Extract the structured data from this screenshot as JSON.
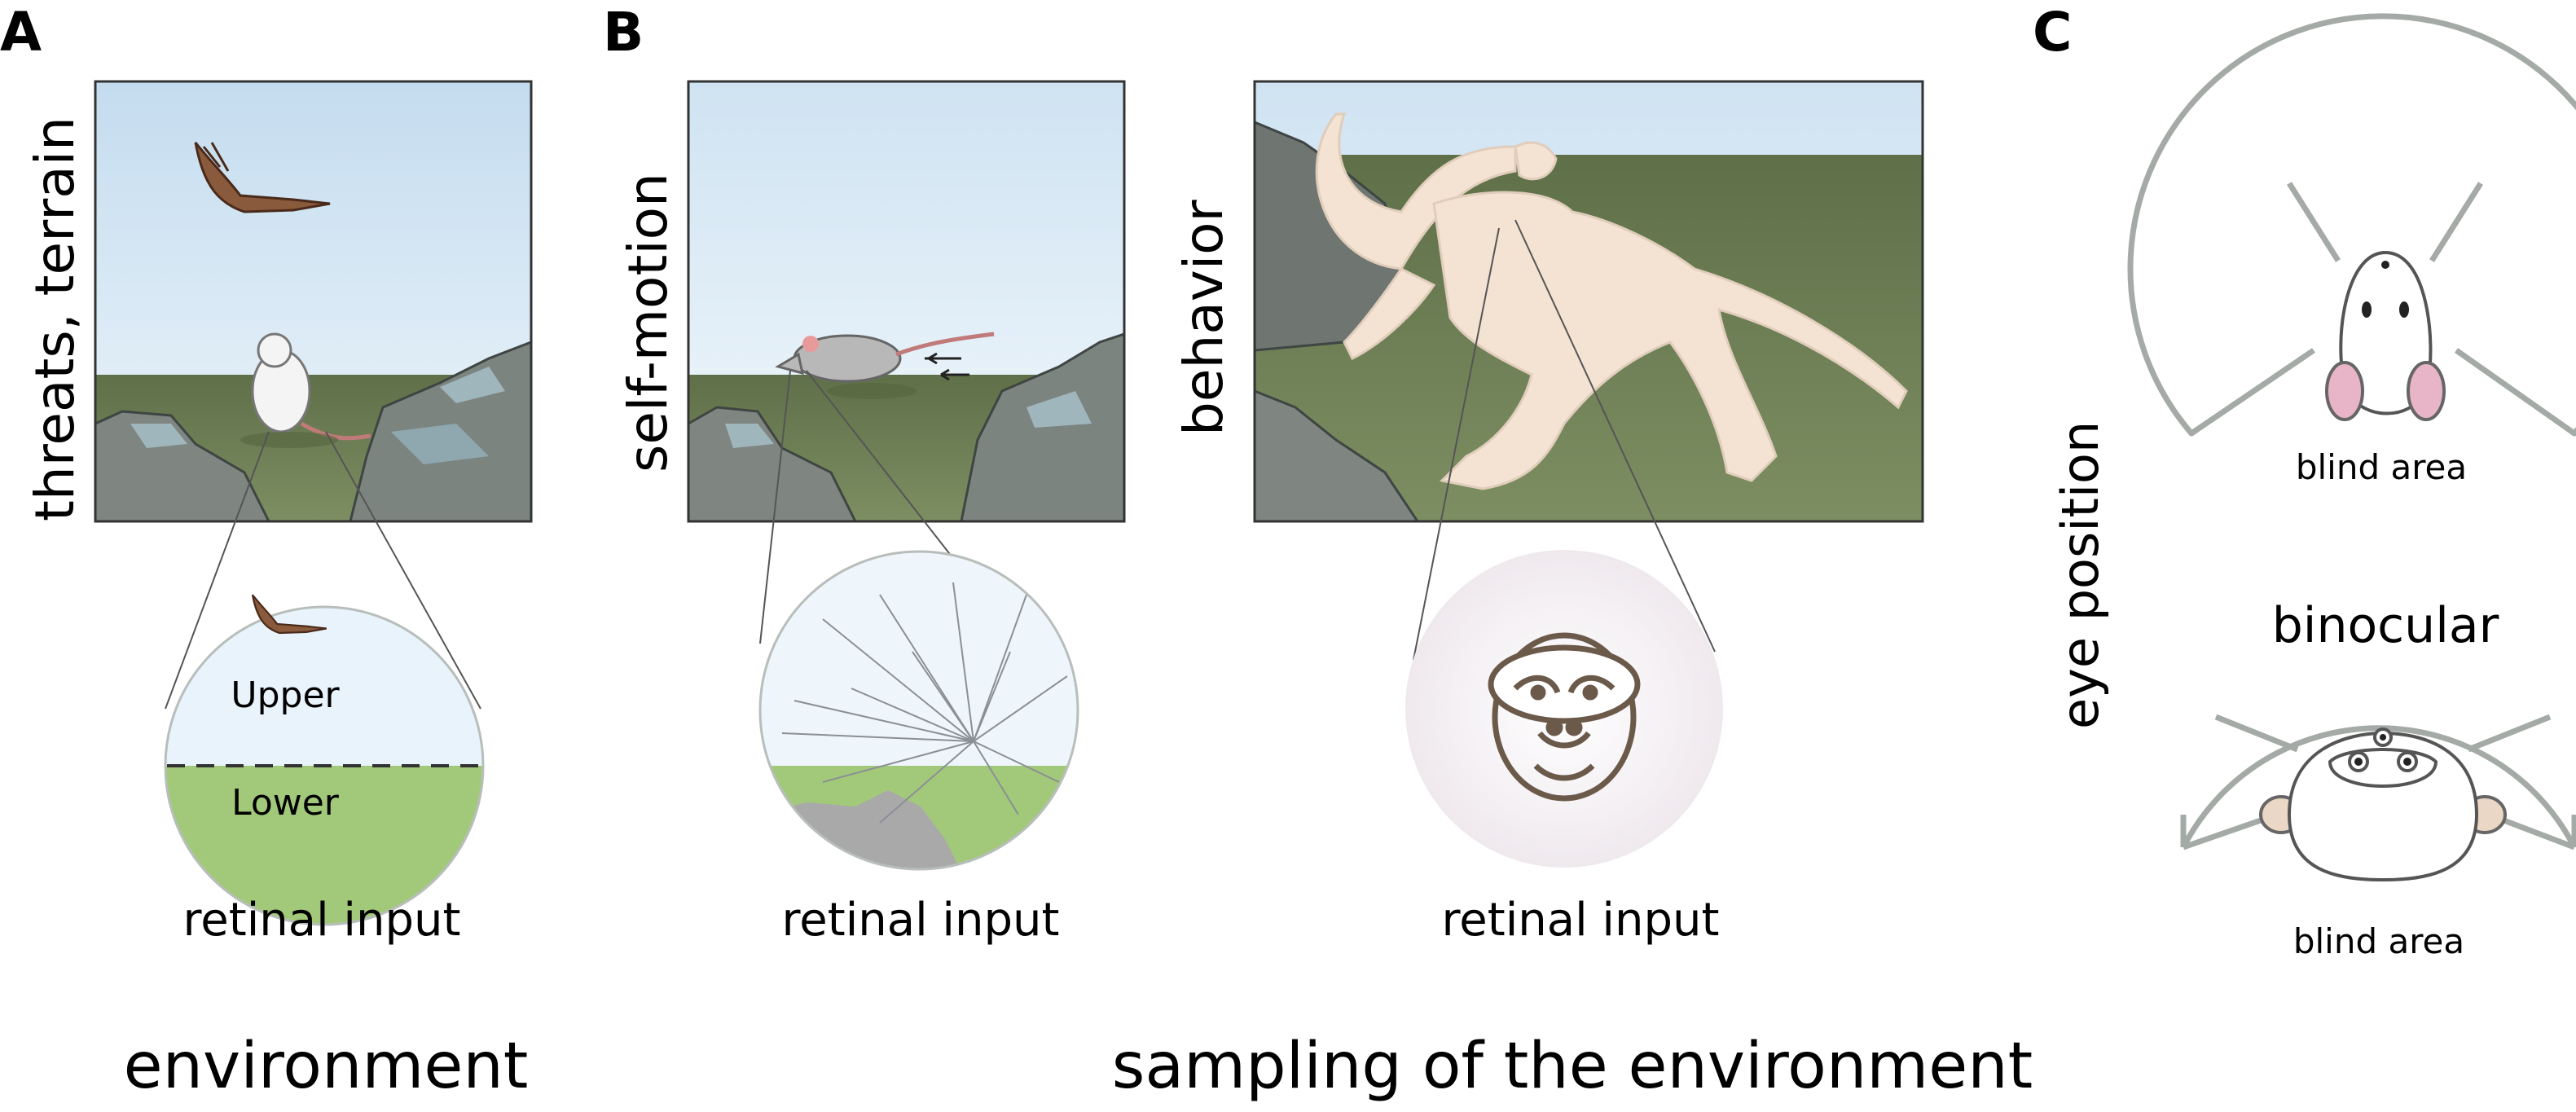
{
  "panels": {
    "a": {
      "letter": "A",
      "side_label": "threats, terrain",
      "upper": "Upper",
      "lower": "Lower",
      "caption": "retinal input"
    },
    "b": {
      "letter": "B",
      "side_label_1": "self-motion",
      "caption_1": "retinal input",
      "side_label_2": "behavior",
      "caption_2": "retinal input"
    },
    "c": {
      "letter": "C",
      "side_label": "eye position",
      "top_title": "binocular",
      "top_blind": "blind area",
      "bottom_title": "binocular",
      "bottom_blind": "blind area"
    }
  },
  "footer": {
    "left": "environment",
    "right": "sampling of the environment"
  },
  "colors": {
    "sky": "#d9ebf7",
    "ground": "#6d7f55",
    "grass_light": "#a4c97e",
    "rock": "#7a7f7c",
    "monkey": "#f4e3d3",
    "rodent_ear": "#e8b4c8",
    "fov_outline": "#a4aba6"
  },
  "icons": [
    "hawk-icon",
    "mouse-icon",
    "rat-icon",
    "monkey-icon",
    "monkey-face-icon",
    "mouse-head-icon",
    "monkey-head-icon"
  ]
}
